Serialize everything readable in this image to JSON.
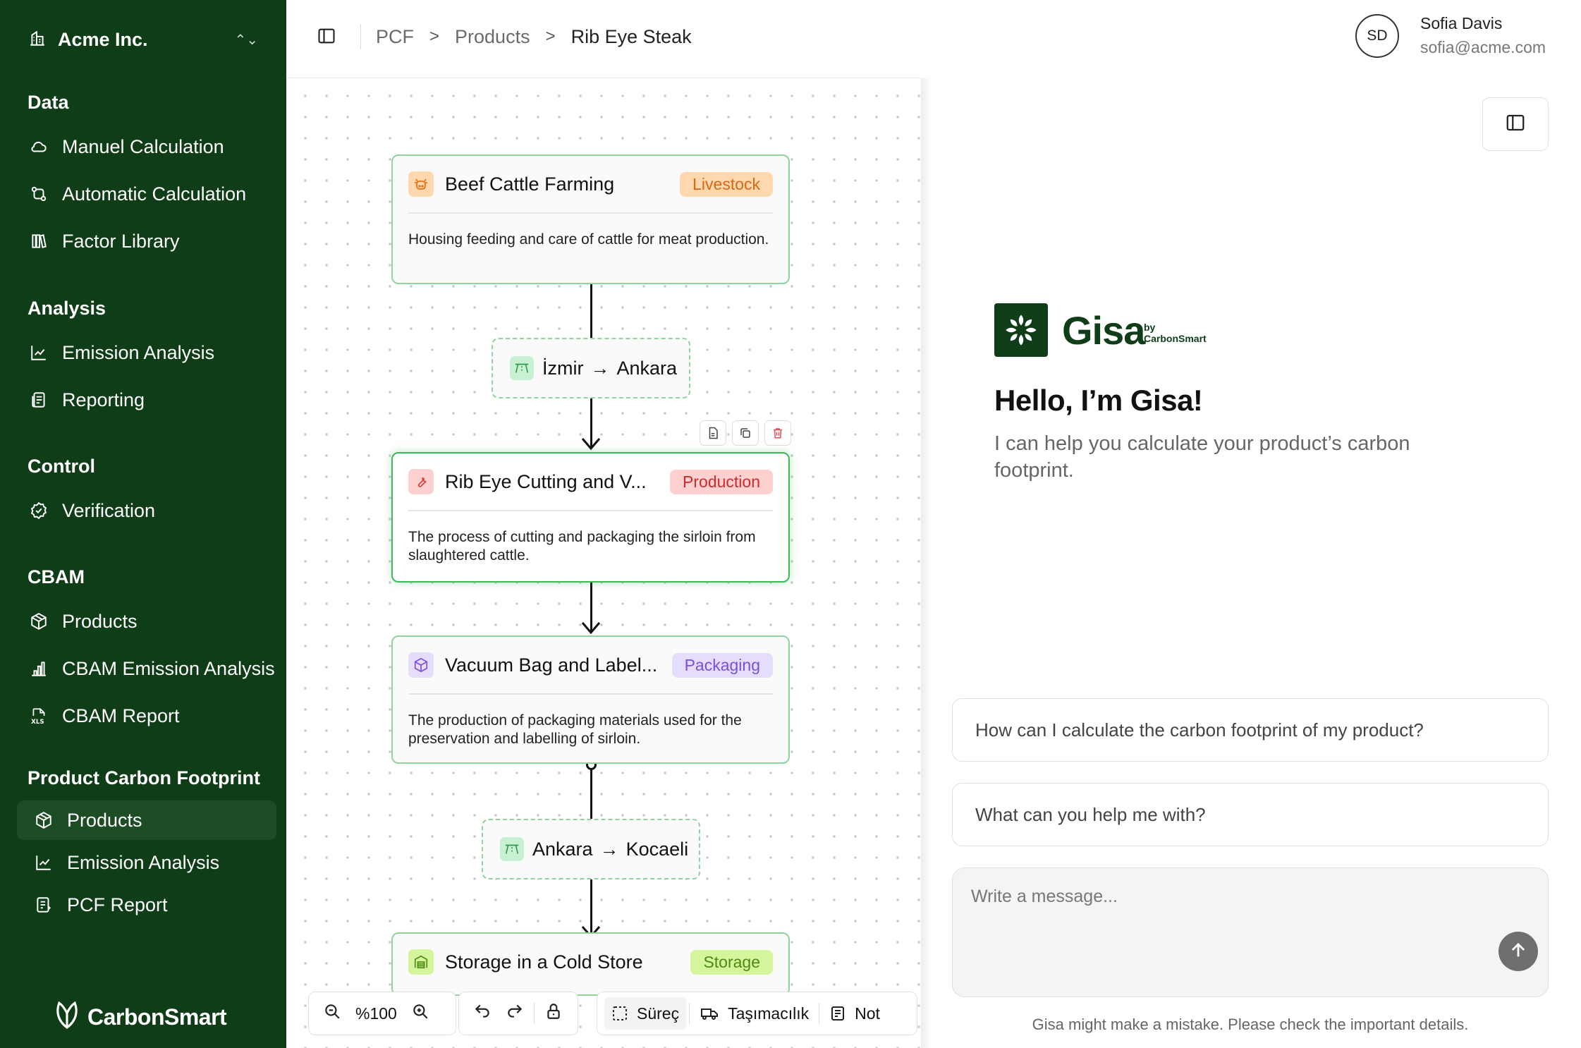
{
  "org": {
    "name": "Acme Inc."
  },
  "sidebar": {
    "sections": [
      {
        "title": "Data",
        "items": [
          "Manuel Calculation",
          "Automatic Calculation",
          "Factor Library"
        ]
      },
      {
        "title": "Analysis",
        "items": [
          "Emission Analysis",
          "Reporting"
        ]
      },
      {
        "title": "Control",
        "items": [
          "Verification"
        ]
      },
      {
        "title": "CBAM",
        "items": [
          "Products",
          "CBAM Emission Analysis",
          "CBAM Report"
        ]
      },
      {
        "title": "Product Carbon Footprint",
        "items": [
          "Products",
          "Emission Analysis",
          "PCF Report"
        ]
      }
    ],
    "active_item": "Product Carbon Footprint / Products",
    "brand": "CarbonSmart"
  },
  "breadcrumb": [
    "PCF",
    "Products",
    "Rib Eye Steak"
  ],
  "user": {
    "initials": "SD",
    "name": "Sofia Davis",
    "email": "sofia@acme.com"
  },
  "flow": {
    "nodes": [
      {
        "title": "Beef Cattle Farming",
        "tag": "Livestock",
        "description": "Housing feeding and care of cattle for meat production."
      },
      {
        "title": "Rib Eye Cutting and V...",
        "tag": "Production",
        "description": "The process of cutting and packaging the sirloin from slaughtered cattle."
      },
      {
        "title": "Vacuum Bag and Label...",
        "tag": "Packaging",
        "description": "The production of packaging materials used for the preservation and labelling of sirloin."
      },
      {
        "title": "Storage in a Cold Store",
        "tag": "Storage"
      }
    ],
    "transports": [
      {
        "from": "İzmir",
        "to": "Ankara"
      },
      {
        "from": "Ankara",
        "to": "Kocaeli"
      }
    ],
    "arrow": "→"
  },
  "toolbar": {
    "zoom": "%100",
    "process_label": "Süreç",
    "transport_label": "Taşımacılık",
    "note_label": "Not"
  },
  "chat": {
    "brand": "Gisa",
    "by_line": "by",
    "by_brand": "CarbonSmart",
    "greeting": "Hello, I’m Gisa!",
    "intro": "I can help you calculate your product’s carbon footprint.",
    "suggestions": [
      "How can I calculate the carbon footprint of my product?",
      "What can you help me with?"
    ],
    "placeholder": "Write a message...",
    "disclaimer": "Gisa might make a mistake. Please check the important details."
  },
  "colors": {
    "sidebar_bg": "#0f3d17",
    "node_border": "#8fd39f",
    "tag_livestock": "#ffd8b0",
    "tag_production": "#ffd0d0",
    "tag_packaging": "#e6dcfb",
    "tag_storage": "#d4f59c"
  }
}
